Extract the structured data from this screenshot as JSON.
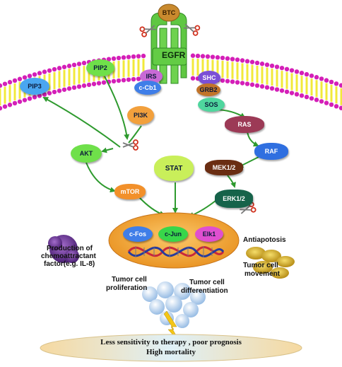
{
  "receptor": {
    "ligand": "BTC",
    "name": "EGFR"
  },
  "nodes": {
    "pip2": "PIP2",
    "pip3": "PIP3",
    "irs": "IRS",
    "ccbl": "c-Cb1",
    "shc": "SHC",
    "grb2": "GRB2",
    "sos": "SOS",
    "pi3k": "PI3K",
    "ras": "RAS",
    "raf": "RAF",
    "akt": "AKT",
    "stat": "STAT",
    "mek": "MEK1/2",
    "mtor": "mTOR",
    "erk": "ERK1/2",
    "cfos": "c-Fos",
    "cjun": "c-Jun",
    "elk1": "Elk1"
  },
  "labels": {
    "antiapoptosis": "Antiapotosis",
    "chemo_line1": "Production of",
    "chemo_line2": "chemoattractant",
    "chemo_line3": "factor(e.g. IL-8)",
    "movement_line1": "Tumor cell",
    "movement_line2": "movement",
    "prolif_line1": "Tumor cell",
    "prolif_line2": "proliferation",
    "diff_line1": "Tumor cell",
    "diff_line2": "differentiation"
  },
  "outcome": {
    "line1": "Less sensitivity  to therapy , poor prognosis",
    "line2": "High mortality"
  },
  "colors": {
    "membrane_head": "#d41fb8",
    "membrane_tail": "#f2e93a",
    "receptor": "#5fc742",
    "ligand": "#c98a2e",
    "arrow": "#2e9a2e",
    "nucleus": "#f2a23b"
  },
  "icons": [
    "scissors-icon",
    "lightning-icon",
    "dna-helix-icon"
  ]
}
